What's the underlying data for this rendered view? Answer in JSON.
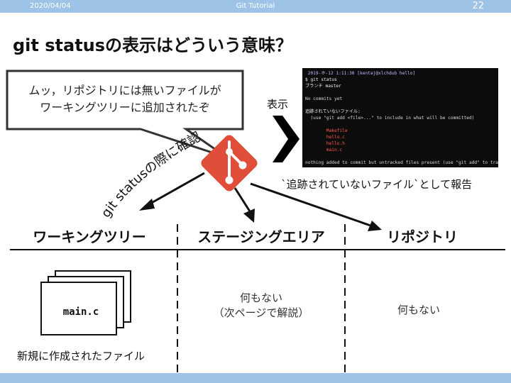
{
  "header": {
    "date": "2020/04/04",
    "title": "Git Tutorial",
    "page_number": "22"
  },
  "slide": {
    "title": "git statusの表示はどういう意味？",
    "bubble": {
      "line1": "ムッ，リポジトリには無いファイルが",
      "line2": "ワーキングツリーに追加されたぞ"
    },
    "display_label": "表示",
    "arc_text": "git statusの際に確認",
    "report_label": "`追跡されていないファイル`として報告",
    "columns": [
      {
        "heading": "ワーキングツリー"
      },
      {
        "heading": "ステージングエリア",
        "content_line1": "何もない",
        "content_line2": "（次ページで解説）"
      },
      {
        "heading": "リポジトリ",
        "content": "何もない"
      }
    ],
    "working_tree_file": "main.c",
    "new_file_label": "新規に作成されたファイル"
  },
  "terminal": {
    "lines": [
      {
        "text": " 2019-ホ-12 1:11:30 [kentaj@xlchdub hello]",
        "style": "t-prompt-host"
      },
      {
        "text": "$ git status",
        "style": "t-bright"
      },
      {
        "text": "ブランチ master",
        "style": "t-bright"
      },
      {
        "text": "",
        "style": "t-dim"
      },
      {
        "text": "No commits yet",
        "style": "t-dim"
      },
      {
        "text": "",
        "style": "t-dim"
      },
      {
        "text": "追跡されていないファイル:",
        "style": "t-bright"
      },
      {
        "text": "  (use \"git add <file>...\" to include in what will be committed)",
        "style": "t-dim"
      },
      {
        "text": "",
        "style": "t-dim"
      },
      {
        "text": "        Makefile",
        "style": "t-red"
      },
      {
        "text": "        hello.c",
        "style": "t-red"
      },
      {
        "text": "        hello.h",
        "style": "t-red"
      },
      {
        "text": "        main.c",
        "style": "t-red"
      },
      {
        "text": "",
        "style": "t-dim"
      },
      {
        "text": "nothing added to commit but untracked files present (use \"git add\" to track)",
        "style": "t-dim"
      }
    ]
  },
  "colors": {
    "accent_bar": "#9dc3e6",
    "git_logo": "#e04e39",
    "terminal_bg": "#0c0c0c",
    "untracked_red": "#ff5a4d"
  }
}
